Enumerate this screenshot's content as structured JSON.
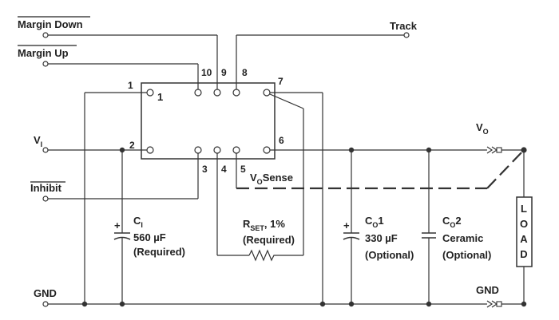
{
  "signals": {
    "margin_down": "Margin Down",
    "margin_up": "Margin Up",
    "track": "Track",
    "vi_main": "V",
    "vi_sub": "I",
    "inhibit": "Inhibit",
    "gnd_left": "GND",
    "vo_main": "V",
    "vo_sub": "O",
    "gnd_right": "GND"
  },
  "module": {
    "pin1_num": "1",
    "pin1_marker": "1",
    "pin2_num": "2",
    "pin3_num": "3",
    "pin4_num": "4",
    "pin5_num": "5",
    "pin6_num": "6",
    "pin7_num": "7",
    "pin8_num": "8",
    "pin9_num": "9",
    "pin10_num": "10"
  },
  "vosense": {
    "v": "V",
    "sub": "O",
    "rest": "Sense"
  },
  "ci": {
    "plus": "+",
    "c": "C",
    "sub": "I",
    "value": "560 µF",
    "note": "(Required)"
  },
  "rset": {
    "r": "R",
    "sub": "SET",
    "rest": ", 1%",
    "note": "(Required)"
  },
  "co1": {
    "plus": "+",
    "c": "C",
    "sub": "O",
    "num": "1",
    "value": "330 µF",
    "note": "(Optional)"
  },
  "co2": {
    "c": "C",
    "sub": "O",
    "num": "2",
    "type": "Ceramic",
    "note": "(Optional)"
  },
  "load": {
    "l1": "L",
    "l2": "O",
    "l3": "A",
    "l4": "D"
  }
}
